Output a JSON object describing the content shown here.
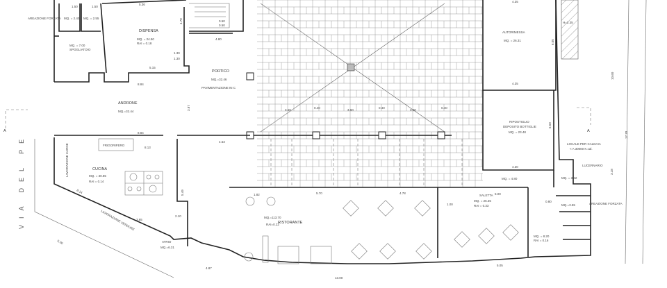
{
  "street": "VIA DEL PE",
  "section_marker": "A",
  "rooms": {
    "wc1": {
      "area": "MQ. = 2.40",
      "dim": "1.50"
    },
    "wc2": {
      "area": "MQ. = 2.55",
      "dim": "1.50"
    },
    "areazione_left": "AREAZIONE FORZATA",
    "spogliatoio": {
      "name": "SPOGLIATOIO",
      "area": "MQ. = 7.00"
    },
    "dispensa": {
      "name": "DISPENSA",
      "area": "MQ. = 24.50",
      "rai": "RAI = 0.18"
    },
    "androne": {
      "name": "ANDRONE",
      "area": "MQ.=32.44"
    },
    "portico": {
      "name": "PORTICO",
      "area": "MQ.=32.46",
      "note": "PAVIMENTAZIONE IN C"
    },
    "cucina": {
      "name": "CUCINA",
      "area": "MQ. = 30.85",
      "rai": "RAI = 0.14"
    },
    "frigorifero": "FRIGORIFERO",
    "lav_carne": "LAVORAZIONE CARNE",
    "lav_verdure": "LAVORAZIONE VERDURE",
    "atrio": {
      "name": "ATRIO",
      "area": "MQ.=6.31"
    },
    "ristorante": {
      "name": "RISTORANTE",
      "area": "MQ.=113.70",
      "rai": "RAI=0.22"
    },
    "saletta": {
      "name": "SALETTA",
      "area": "MQ. = 26.35",
      "rai": "RAI = 0.33"
    },
    "autorimessa": {
      "name": "AUTORIMESSA",
      "area": "MQ. = 26.31",
      "height": "H=2.35"
    },
    "ripostiglio": {
      "name": "RIPOSTIGLIO",
      "sub": "DEPOSITO BOTTIGLIE",
      "area": "MQ. = 23.48"
    },
    "corridor": {
      "area": "MQ. = 4.80"
    },
    "caldaia": {
      "name": "LOCALE PER CALDAIA",
      "note": "< A 30000 K.cal.",
      "area": "MQ. = 3.42",
      "skylight": "LUCERNARIO"
    },
    "wc_right": {
      "area": "MQ.=3.55",
      "note": "AREAZIONE FORZATA"
    },
    "antibagno": {
      "area": "MQ. = 8.20",
      "rai": "RAI = 0.16"
    }
  },
  "dimensions": {
    "d536": "5.36",
    "d478": "4.78",
    "d515": "5.15",
    "d130": "1.30",
    "d130b": "1.30",
    "d884a": "8.84",
    "d884b": "8.84",
    "d387": "3.87",
    "d480": "4.80",
    "d813": "8.13",
    "d814": "8.14",
    "d365": "3.65",
    "d500": "5.00",
    "d549": "5.49",
    "d487": "4.87",
    "d463": "4.63",
    "d1300": "13.00",
    "d570": "5.70",
    "d478b": "4.78",
    "d182": "1.82",
    "d500b": "5.00",
    "d505": "5.05",
    "d435a": "4.35",
    "d435b": "4.35",
    "d605": "6.05",
    "d650": "6.50",
    "d430": "4.30",
    "d1060": "10.60",
    "d1778": "17.78",
    "d318": "3.18",
    "d360a": "3.60",
    "d360b": "3.60",
    "d360c": "3.60",
    "d040a": "0.40",
    "d040b": "0.40",
    "d040c": "0.40",
    "d050a": "0.50",
    "d050b": "0.50",
    "d080": "0.80",
    "d100": "1.00",
    "d210": "2.10"
  }
}
